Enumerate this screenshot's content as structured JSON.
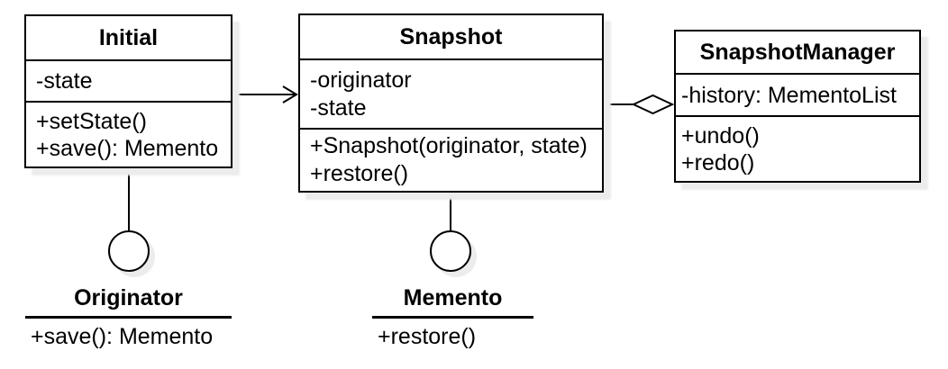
{
  "diagram": {
    "type": "uml-class-diagram",
    "colors": {
      "stroke": "#000000",
      "fill": "#ffffff",
      "shadow": "#ececec",
      "background": "#ffffff"
    },
    "classes": [
      {
        "name": "Initial",
        "attributes": [
          "-state"
        ],
        "methods": [
          "+setState()",
          "+save(): Memento"
        ]
      },
      {
        "name": "Snapshot",
        "attributes": [
          "-originator",
          "-state"
        ],
        "methods": [
          "+Snapshot(originator, state)",
          "+restore()"
        ]
      },
      {
        "name": "SnapshotManager",
        "attributes": [
          "-history: MementoList"
        ],
        "methods": [
          "+undo()",
          "+redo()"
        ]
      }
    ],
    "interfaces": [
      {
        "name": "Originator",
        "members": [
          "+save(): Memento"
        ]
      },
      {
        "name": "Memento",
        "members": [
          "+restore()"
        ]
      }
    ],
    "relations": [
      {
        "from": "Initial",
        "to": "Snapshot",
        "type": "directed-association-open-arrow"
      },
      {
        "from": "Snapshot",
        "to": "SnapshotManager",
        "type": "aggregation-hollow-diamond"
      },
      {
        "from": "Initial",
        "to": "Originator",
        "type": "lollipop-provided-interface"
      },
      {
        "from": "Snapshot",
        "to": "Memento",
        "type": "lollipop-provided-interface"
      }
    ]
  }
}
